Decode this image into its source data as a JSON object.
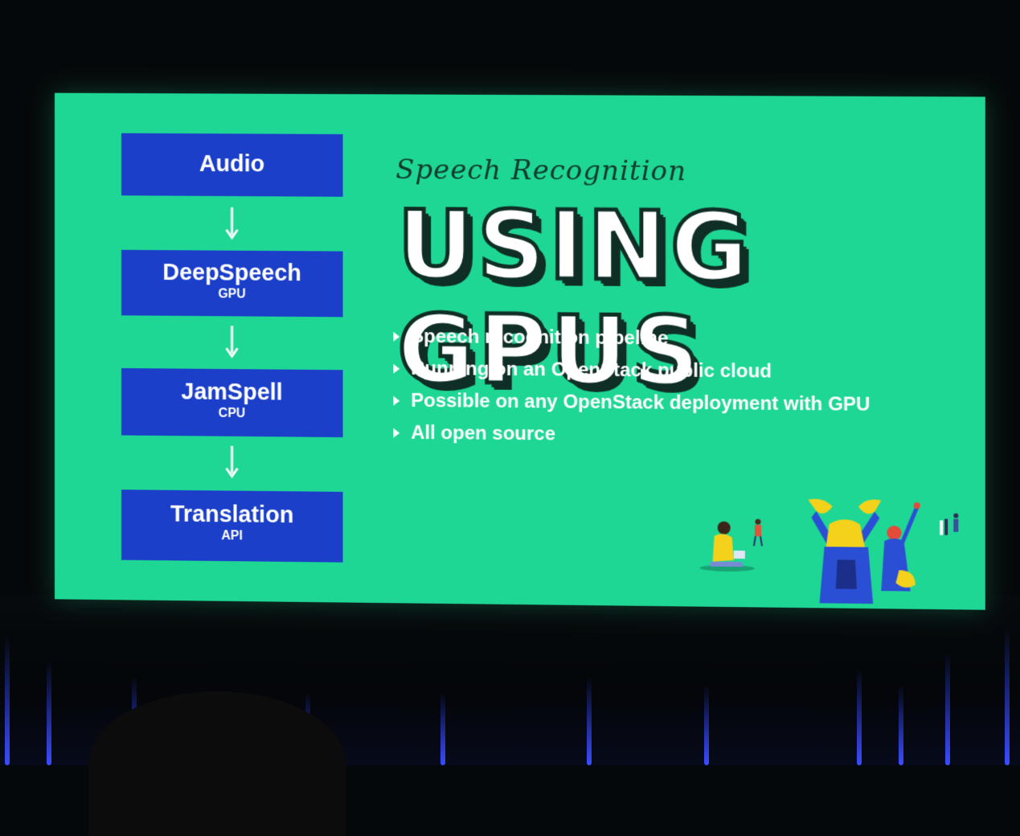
{
  "slide": {
    "pipeline": [
      {
        "label": "Audio",
        "sub": ""
      },
      {
        "label": "DeepSpeech",
        "sub": "GPU"
      },
      {
        "label": "JamSpell",
        "sub": "CPU"
      },
      {
        "label": "Translation",
        "sub": "API"
      }
    ],
    "script_title": "Speech Recognition",
    "title": "USING GPUS",
    "bullets": [
      "Speech recognition pipeline",
      "Running on an OpenStack public cloud",
      "Possible on any OpenStack deployment with GPU",
      "All open source"
    ]
  },
  "colors": {
    "screen_background": "#1fd794",
    "box_fill": "#1b3fc9",
    "text": "#ffffff",
    "title_outline": "#0f2e26"
  },
  "icons": [
    "arrow-down-icon",
    "bullet-triangle-icon"
  ]
}
